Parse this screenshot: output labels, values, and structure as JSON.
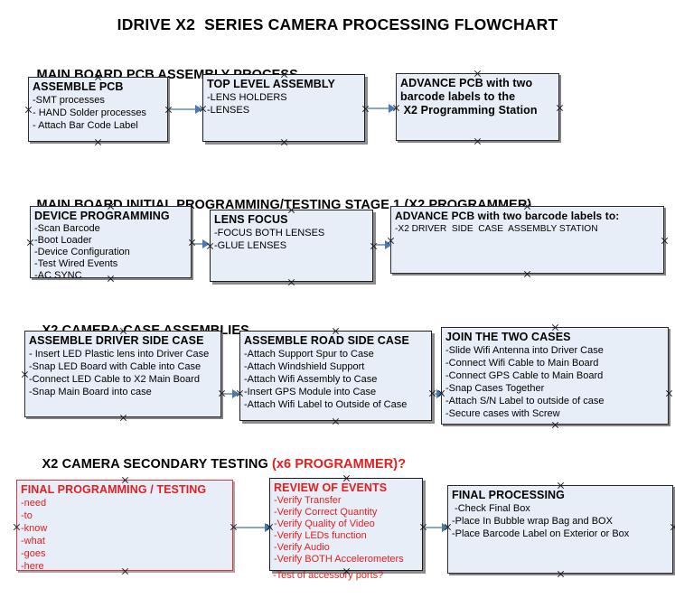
{
  "document": {
    "title": "IDRIVE X2  SERIES CAMERA PROCESSING FLOWCHART"
  },
  "sections": [
    {
      "id": "main-board-pcb-assembly",
      "header": "MAIN BOARD PCB ASSEMBLY PROCESS",
      "header_accent": "",
      "boxes": [
        {
          "id": "assemble-pcb",
          "title": "ASSEMBLE PCB",
          "lines": [
            "-SMT processes",
            "- HAND Solder processes",
            "- Attach Bar Code Label"
          ]
        },
        {
          "id": "top-level-assembly",
          "title": "TOP LEVEL ASSEMBLY",
          "lines": [
            "-LENS HOLDERS",
            "-LENSES"
          ]
        },
        {
          "id": "advance-pcb-to-x2-programming-station",
          "title": "ADVANCE PCB with two\nbarcode labels to the\n X2 Programming Station",
          "lines": []
        }
      ]
    },
    {
      "id": "main-board-initial-programming",
      "header": "MAIN BOARD INITIAL PROGRAMMING/TESTING STAGE 1 (X2 PROGRAMMER)",
      "header_accent": "",
      "boxes": [
        {
          "id": "device-programming",
          "title": "DEVICE PROGRAMMING",
          "lines": [
            "-Scan Barcode",
            "-Boot Loader",
            "-Device Configuration",
            "-Test Wired Events",
            "-AC SYNC"
          ]
        },
        {
          "id": "lens-focus",
          "title": "LENS FOCUS",
          "lines": [
            "-FOCUS BOTH LENSES",
            "-GLUE LENSES"
          ]
        },
        {
          "id": "advance-pcb-to-driver-side-case-station",
          "title": "ADVANCE PCB with two barcode labels to:",
          "lines": [
            "-X2 DRIVER  SIDE  CASE  ASSEMBLY STATION"
          ]
        }
      ]
    },
    {
      "id": "x2-camera-case-assemblies",
      "header": "X2 CAMERA CASE ASSEMBLIES",
      "header_accent": "",
      "boxes": [
        {
          "id": "assemble-driver-side-case",
          "title": "ASSEMBLE DRIVER SIDE CASE",
          "lines": [
            "- Insert LED Plastic lens into Driver Case",
            "-Snap LED Board with Cable into Case",
            "-Connect LED Cable to X2 Main Board",
            "-Snap Main Board into case"
          ]
        },
        {
          "id": "assemble-road-side-case",
          "title": "ASSEMBLE ROAD SIDE CASE",
          "lines": [
            "-Attach Support Spur to Case",
            "-Attach Windshield Support",
            "-Attach Wifi Assembly to Case",
            "-Insert GPS Module into Case",
            "-Attach Wifi Label to Outside of Case"
          ]
        },
        {
          "id": "join-the-two-cases",
          "title": "JOIN THE TWO CASES",
          "lines": [
            "-Slide Wifi Antenna into Driver Case",
            "-Connect Wifi Cable to Main Board",
            "-Connect GPS Cable to Main Board",
            "-Snap Cases Together",
            "-Attach S/N Label to outside of case",
            "-Secure cases with Screw"
          ]
        }
      ]
    },
    {
      "id": "x2-camera-secondary-testing",
      "header": "X2 CAMERA SECONDARY TESTING ",
      "header_accent": "(x6 PROGRAMMER)?",
      "boxes": [
        {
          "id": "final-programming-testing",
          "title": "FINAL PROGRAMMING / TESTING",
          "lines": [
            "-need",
            "-to",
            "-know",
            "-what",
            "-goes",
            "-here"
          ]
        },
        {
          "id": "review-of-events",
          "title": "REVIEW OF EVENTS",
          "lines": [
            "-Verify Transfer",
            "-Verify Correct Quantity",
            "-Verify Quality of Video",
            "-Verify LEDs function",
            "-Verify Audio",
            "-Verify BOTH Accelerometers"
          ],
          "overflow_line": "-Test of accessory ports?"
        },
        {
          "id": "final-processing",
          "title": "FINAL PROCESSING",
          "lines": [
            " -Check Final Box",
            "-Place In Bubble wrap Bag and BOX",
            "-Place Barcode Label on Exterior or Box"
          ]
        }
      ]
    }
  ],
  "colors": {
    "box_fill": "#e8eef7",
    "box_border": "#2b2b2b",
    "accent_red": "#e02020",
    "connector_line": "#8ba7c4",
    "connector_head": "#4a78b0"
  }
}
